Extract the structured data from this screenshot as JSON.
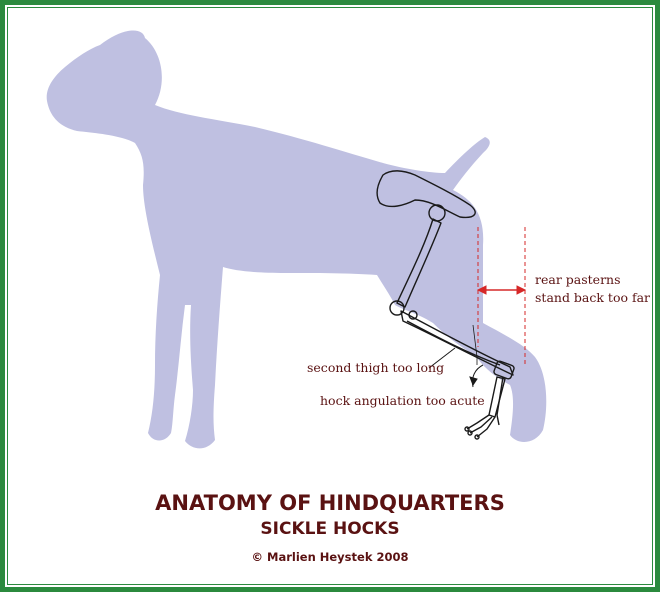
{
  "labels": {
    "rear_pasterns_line1": "rear pasterns",
    "rear_pasterns_line2": "stand back too far",
    "second_thigh": "second thigh too long",
    "hock_angulation": "hock angulation too acute"
  },
  "title": "ANATOMY OF HINDQUARTERS",
  "subtitle": "SICKLE HOCKS",
  "copyright": "© Marlien Heystek 2008",
  "colors": {
    "frame": "#2b8a3e",
    "silhouette": "#bfc0e1",
    "bone_outline": "#1a1a1a",
    "guide_lines": "#d62828",
    "text": "#5a1212"
  },
  "icons": [
    "dog-silhouette-icon",
    "skeleton-leg-icon",
    "measurement-arrow-icon"
  ]
}
